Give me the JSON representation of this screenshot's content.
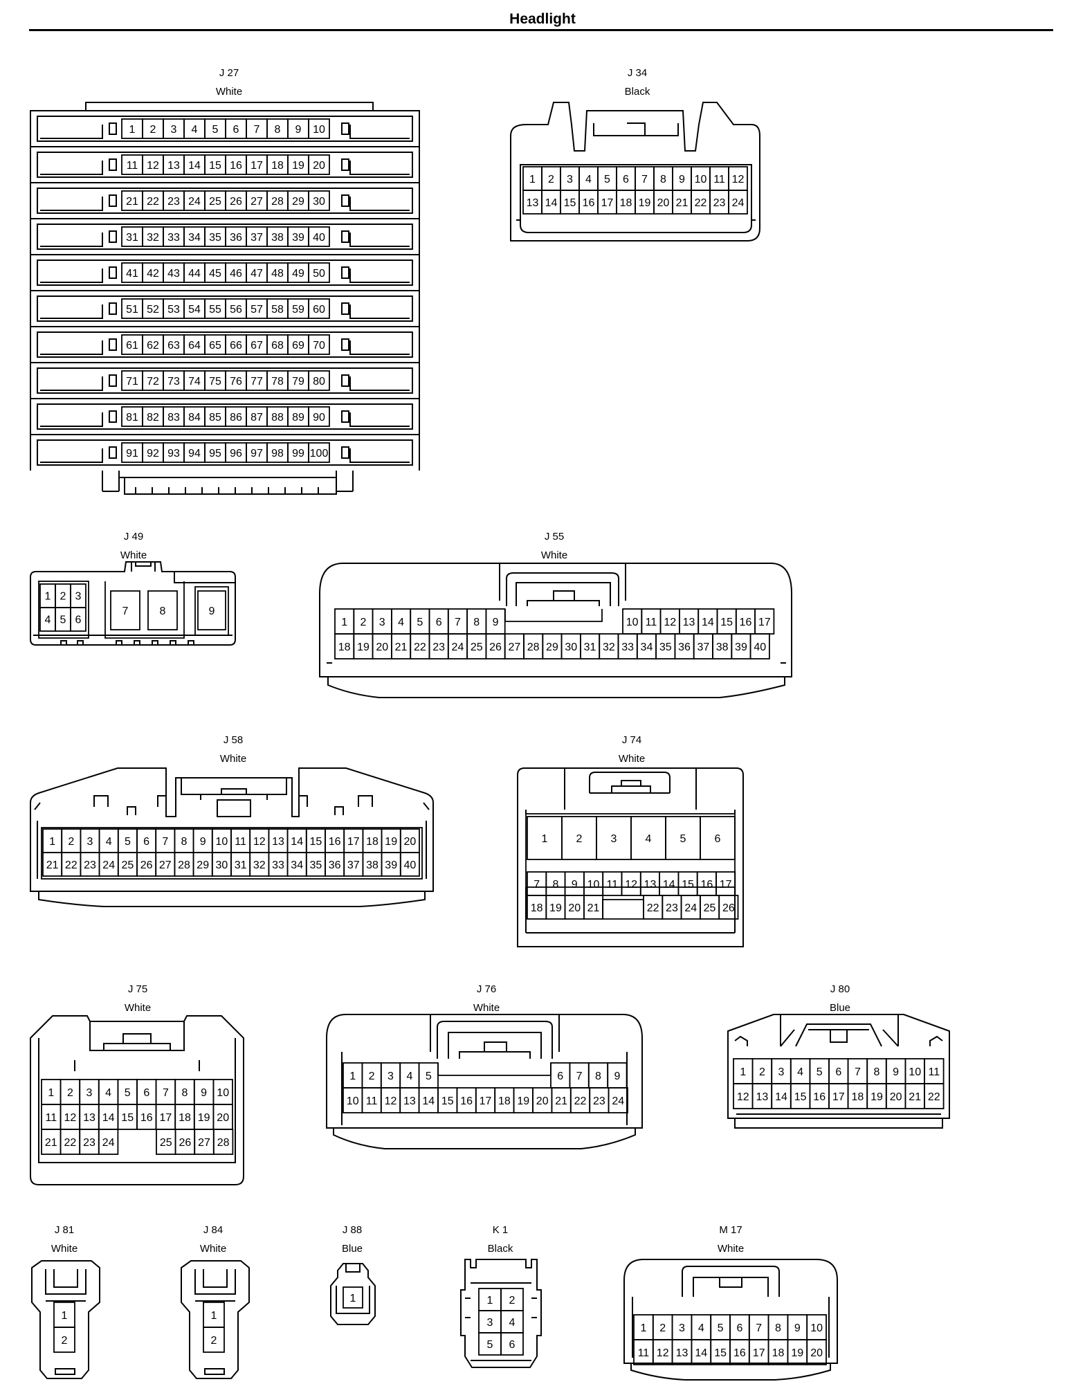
{
  "page_title": "Headlight",
  "connectors": [
    {
      "id": "J27",
      "name": "J 27",
      "color": "White",
      "rows": [
        [
          1,
          2,
          3,
          4,
          5,
          6,
          7,
          8,
          9,
          10
        ],
        [
          11,
          12,
          13,
          14,
          15,
          16,
          17,
          18,
          19,
          20
        ],
        [
          21,
          22,
          23,
          24,
          25,
          26,
          27,
          28,
          29,
          30
        ],
        [
          31,
          32,
          33,
          34,
          35,
          36,
          37,
          38,
          39,
          40
        ],
        [
          41,
          42,
          43,
          44,
          45,
          46,
          47,
          48,
          49,
          50
        ],
        [
          51,
          52,
          53,
          54,
          55,
          56,
          57,
          58,
          59,
          60
        ],
        [
          61,
          62,
          63,
          64,
          65,
          66,
          67,
          68,
          69,
          70
        ],
        [
          71,
          72,
          73,
          74,
          75,
          76,
          77,
          78,
          79,
          80
        ],
        [
          81,
          82,
          83,
          84,
          85,
          86,
          87,
          88,
          89,
          90
        ],
        [
          91,
          92,
          93,
          94,
          95,
          96,
          97,
          98,
          99,
          100
        ]
      ]
    },
    {
      "id": "J34",
      "name": "J 34",
      "color": "Black",
      "rows": [
        [
          1,
          2,
          3,
          4,
          5,
          6,
          7,
          8,
          9,
          10,
          11,
          12
        ],
        [
          13,
          14,
          15,
          16,
          17,
          18,
          19,
          20,
          21,
          22,
          23,
          24
        ]
      ]
    },
    {
      "id": "J49",
      "name": "J 49",
      "color": "White",
      "rows": [
        [
          1,
          2,
          3
        ],
        [
          4,
          5,
          6
        ],
        [
          7,
          8,
          9
        ]
      ]
    },
    {
      "id": "J55",
      "name": "J 55",
      "color": "White",
      "rows": [
        [
          1,
          2,
          3,
          4,
          5,
          6,
          7,
          8,
          9,
          10,
          11,
          12,
          13,
          14,
          15,
          16,
          17
        ],
        [
          18,
          19,
          20,
          21,
          22,
          23,
          24,
          25,
          26,
          27,
          28,
          29,
          30,
          31,
          32,
          33,
          34,
          35,
          36,
          37,
          38,
          39,
          40
        ]
      ]
    },
    {
      "id": "J58",
      "name": "J 58",
      "color": "White",
      "rows": [
        [
          1,
          2,
          3,
          4,
          5,
          6,
          7,
          8,
          9,
          10,
          11,
          12,
          13,
          14,
          15,
          16,
          17,
          18,
          19,
          20
        ],
        [
          21,
          22,
          23,
          24,
          25,
          26,
          27,
          28,
          29,
          30,
          31,
          32,
          33,
          34,
          35,
          36,
          37,
          38,
          39,
          40
        ]
      ]
    },
    {
      "id": "J74",
      "name": "J 74",
      "color": "White",
      "rows": [
        [
          1,
          2,
          3,
          4,
          5,
          6
        ],
        [
          7,
          8,
          9,
          10,
          11,
          12,
          13,
          14,
          15,
          16,
          17
        ],
        [
          18,
          19,
          20,
          21,
          22,
          23,
          24,
          25,
          26
        ]
      ]
    },
    {
      "id": "J75",
      "name": "J 75",
      "color": "White",
      "rows": [
        [
          1,
          2,
          3,
          4,
          5,
          6,
          7,
          8,
          9,
          10
        ],
        [
          11,
          12,
          13,
          14,
          15,
          16,
          17,
          18,
          19,
          20
        ],
        [
          21,
          22,
          23,
          24,
          25,
          26,
          27,
          28
        ]
      ]
    },
    {
      "id": "J76",
      "name": "J 76",
      "color": "White",
      "rows": [
        [
          1,
          2,
          3,
          4,
          5,
          6,
          7,
          8,
          9
        ],
        [
          10,
          11,
          12,
          13,
          14,
          15,
          16,
          17,
          18,
          19,
          20,
          21,
          22,
          23,
          24
        ]
      ]
    },
    {
      "id": "J80",
      "name": "J 80",
      "color": "Blue",
      "rows": [
        [
          1,
          2,
          3,
          4,
          5,
          6,
          7,
          8,
          9,
          10,
          11
        ],
        [
          12,
          13,
          14,
          15,
          16,
          17,
          18,
          19,
          20,
          21,
          22
        ]
      ]
    },
    {
      "id": "J81",
      "name": "J 81",
      "color": "White",
      "rows": [
        [
          1
        ],
        [
          2
        ]
      ]
    },
    {
      "id": "J84",
      "name": "J 84",
      "color": "White",
      "rows": [
        [
          1
        ],
        [
          2
        ]
      ]
    },
    {
      "id": "J88",
      "name": "J 88",
      "color": "Blue",
      "rows": [
        [
          1
        ]
      ]
    },
    {
      "id": "K1",
      "name": "K 1",
      "color": "Black",
      "rows": [
        [
          1,
          2
        ],
        [
          3,
          4
        ],
        [
          5,
          6
        ]
      ]
    },
    {
      "id": "M17",
      "name": "M 17",
      "color": "White",
      "rows": [
        [
          1,
          2,
          3,
          4,
          5,
          6,
          7,
          8,
          9,
          10
        ],
        [
          11,
          12,
          13,
          14,
          15,
          16,
          17,
          18,
          19,
          20
        ]
      ]
    }
  ]
}
